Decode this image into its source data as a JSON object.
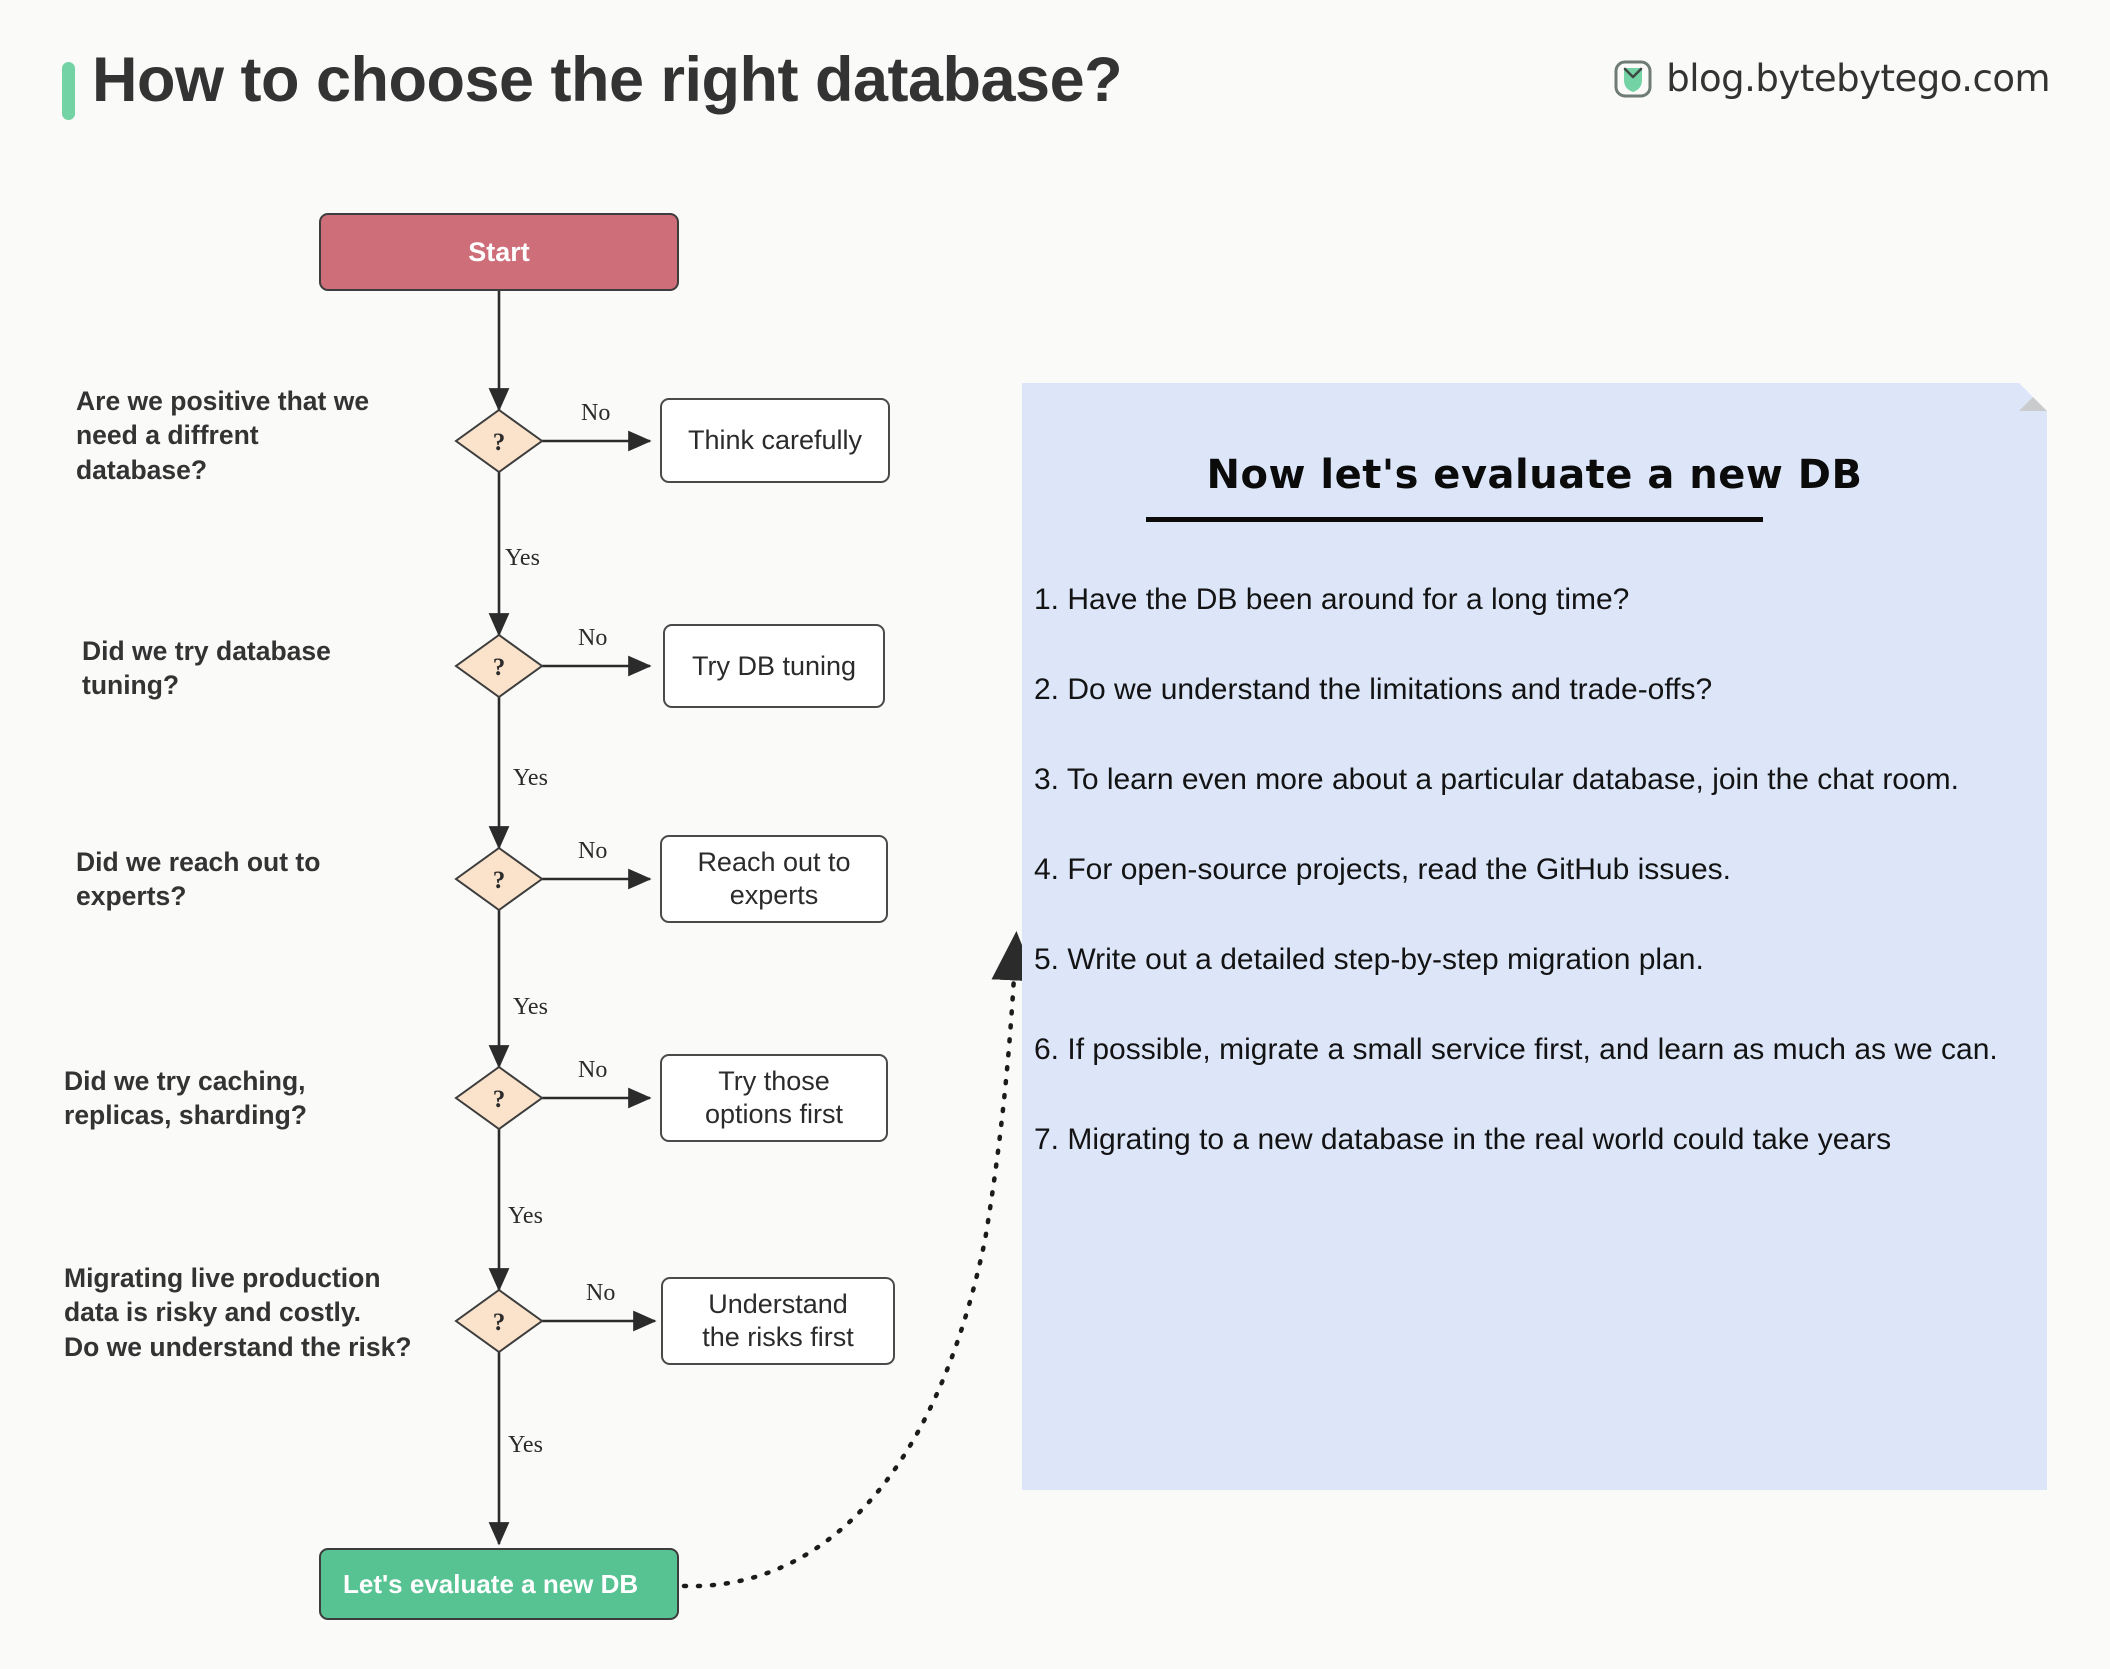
{
  "header": {
    "title": "How to choose the right database?",
    "accent_color": "#74d3a4",
    "brand_text": "blog.bytebytego.com",
    "brand_icon": "bytebytego-logo-icon"
  },
  "colors": {
    "background": "#fafaf9",
    "start_node": "#cd6e79",
    "end_node": "#57c393",
    "decision_node": "#fbe3cb",
    "panel": "#dce6f8",
    "outline": "#3d3d3d"
  },
  "flowchart": {
    "start_label": "Start",
    "end_label": "Let's evaluate a new DB",
    "decision_glyph": "?",
    "steps": [
      {
        "question": "Are we positive that we\nneed a diffrent\ndatabase?",
        "no_label": "No",
        "yes_label": "Yes",
        "outcome": "Think carefully"
      },
      {
        "question": "Did we try database\ntuning?",
        "no_label": "No",
        "yes_label": "Yes",
        "outcome": "Try DB tuning"
      },
      {
        "question": "Did we reach out to\nexperts?",
        "no_label": "No",
        "yes_label": "Yes",
        "outcome": "Reach out to\nexperts"
      },
      {
        "question": "Did we try caching,\nreplicas, sharding?",
        "no_label": "No",
        "yes_label": "Yes",
        "outcome": "Try those\noptions first"
      },
      {
        "question": "Migrating live production\ndata is risky and costly.\nDo we understand the risk?",
        "no_label": "No",
        "yes_label": "Yes",
        "outcome": "Understand\nthe risks first"
      }
    ]
  },
  "panel": {
    "title": "Now let's evaluate a new DB",
    "items": [
      "1.  Have the DB been around for a long time?",
      "2. Do we understand the limitations and trade-offs?",
      "3. To learn even more about a particular database, join the chat room.",
      "4.  For open-source projects, read the GitHub issues.",
      "5.  Write out a detailed step-by-step migration plan.",
      "6. If possible, migrate a small service first, and learn as much as we can.",
      "7. Migrating to  a new database in the real world could take years"
    ]
  }
}
